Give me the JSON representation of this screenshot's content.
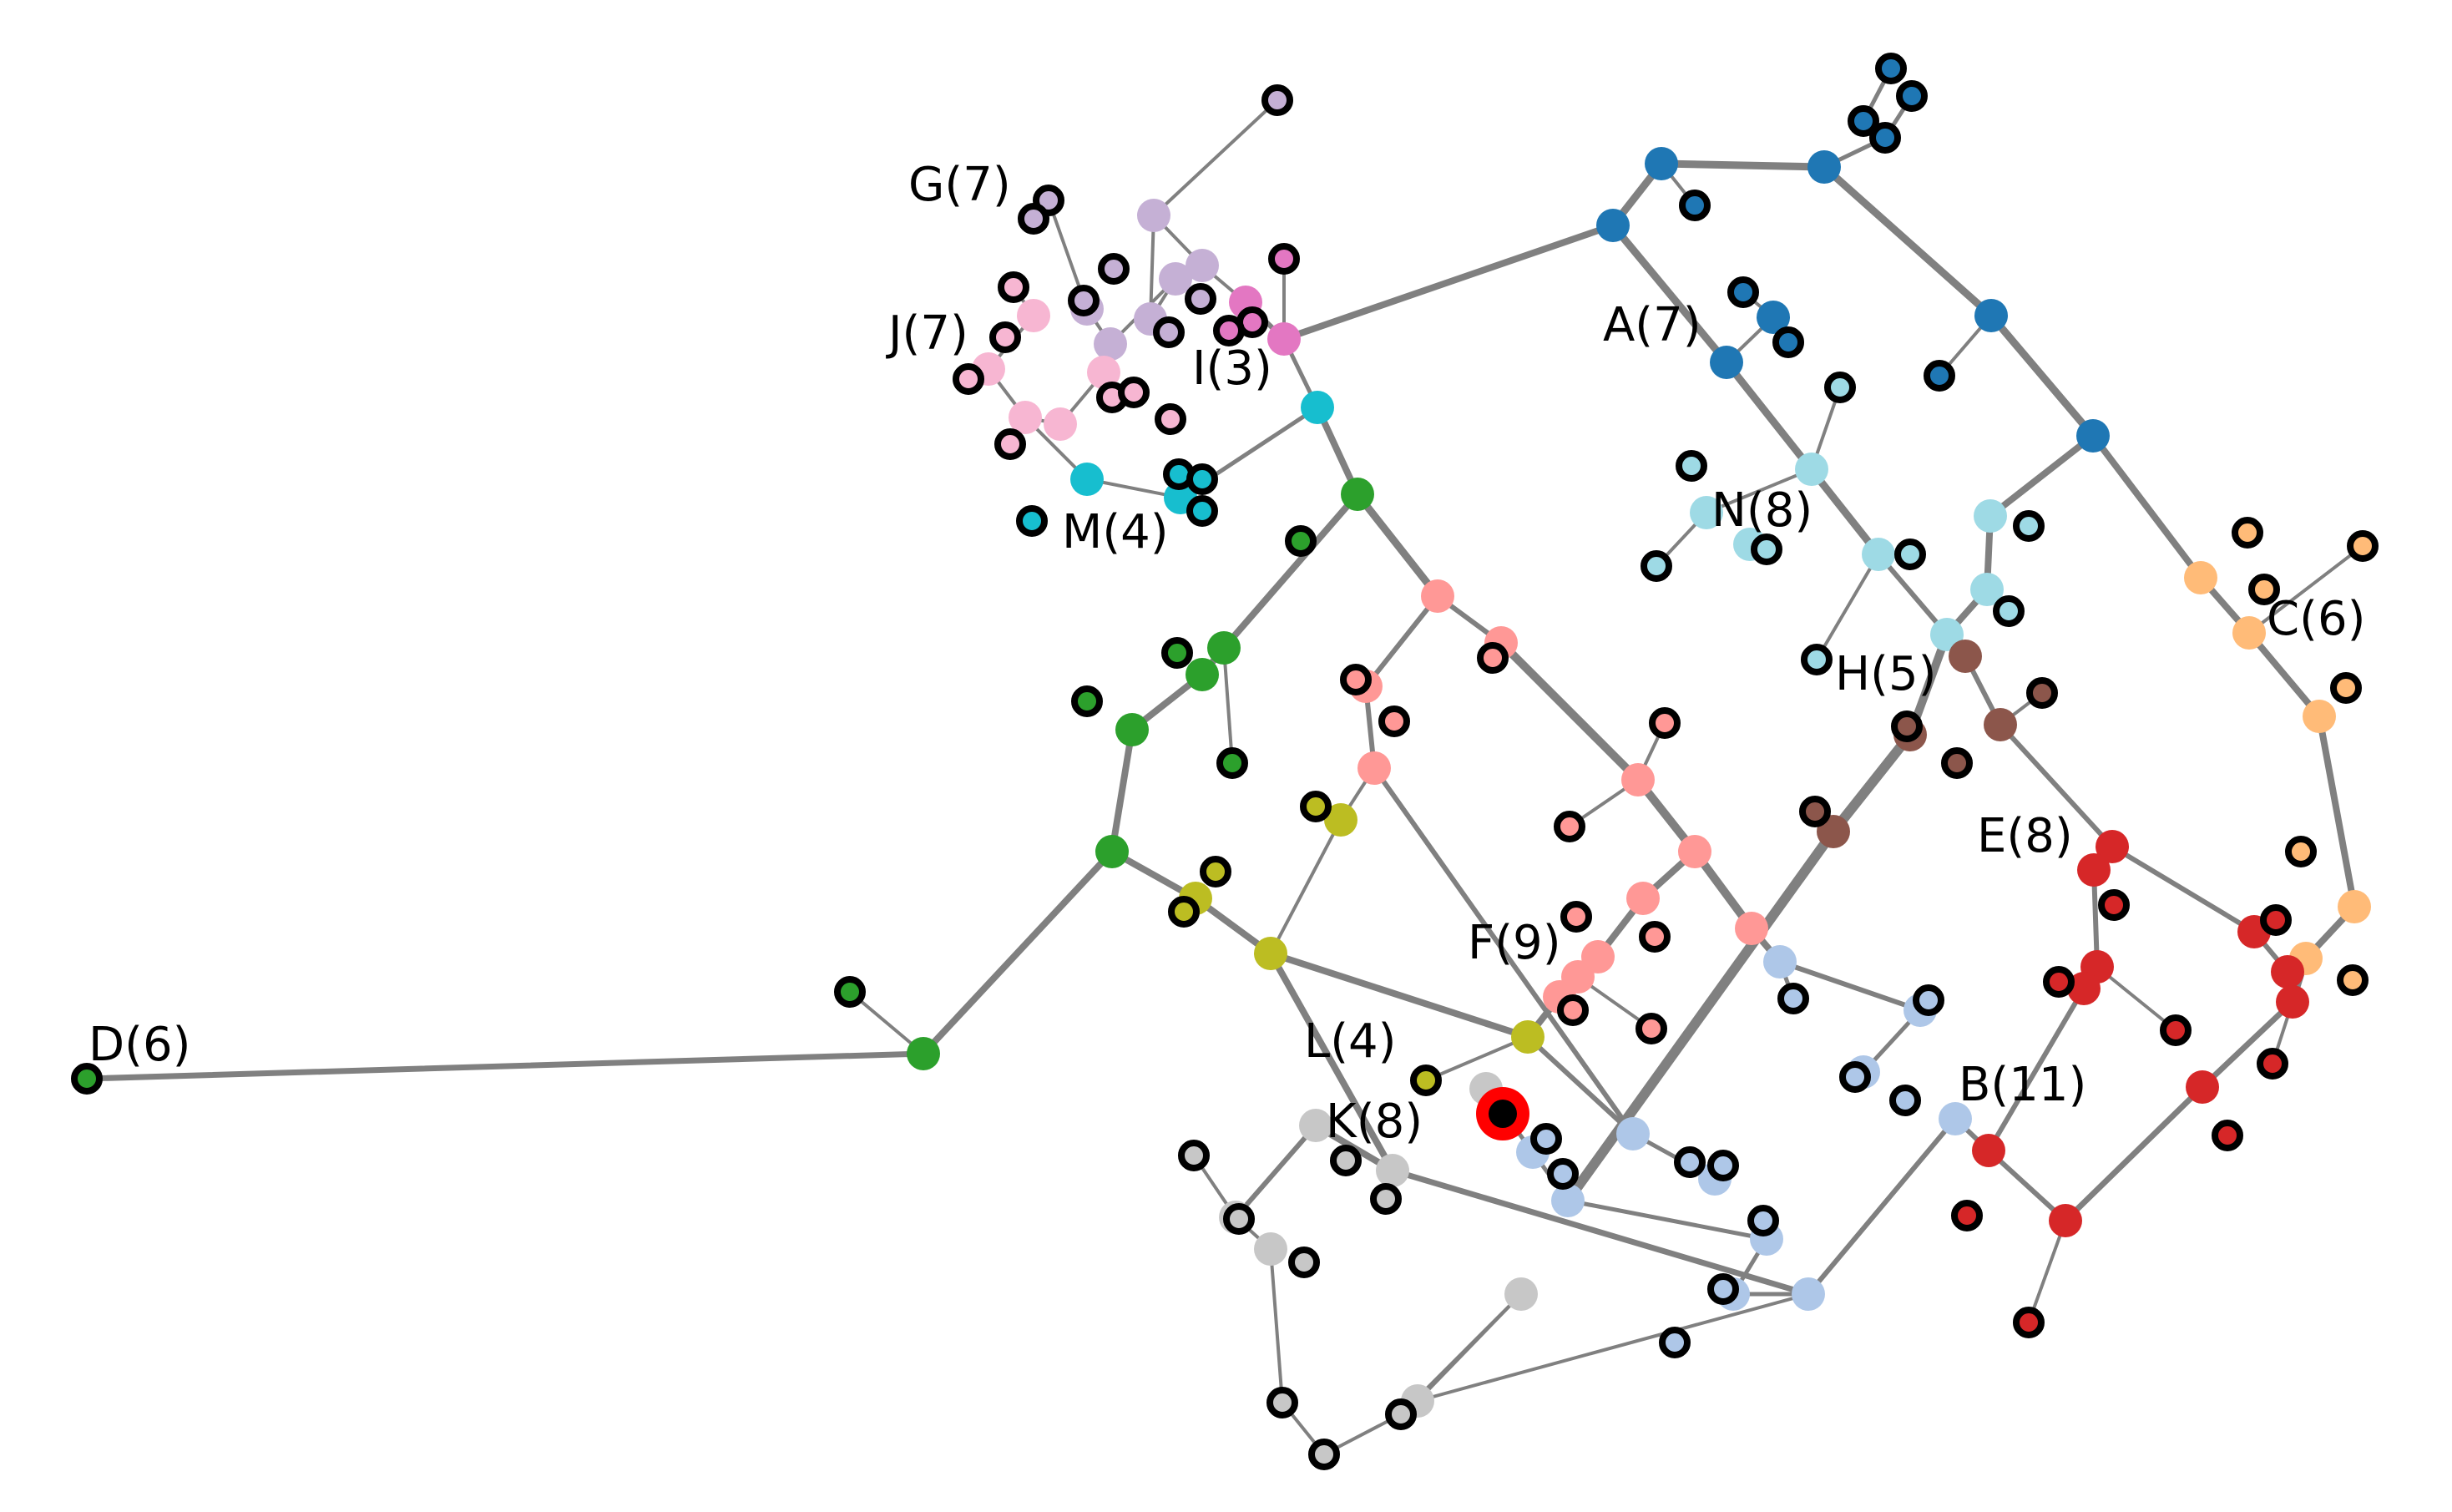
{
  "figure": {
    "labels": [
      {
        "id": "A",
        "text": "A(7)"
      },
      {
        "id": "B",
        "text": "B(11)"
      },
      {
        "id": "C",
        "text": "C(6)"
      },
      {
        "id": "D",
        "text": "D(6)"
      },
      {
        "id": "E",
        "text": "E(8)"
      },
      {
        "id": "F",
        "text": "F(9)"
      },
      {
        "id": "G",
        "text": "G(7)"
      },
      {
        "id": "H",
        "text": "H(5)"
      },
      {
        "id": "I",
        "text": "I(3)"
      },
      {
        "id": "J",
        "text": "J(7)"
      },
      {
        "id": "K",
        "text": "K(8)"
      },
      {
        "id": "L",
        "text": "L(4)"
      },
      {
        "id": "M",
        "text": "M(4)"
      },
      {
        "id": "N",
        "text": "N(8)"
      }
    ],
    "colors": {
      "A": "#1f77b4",
      "B": "#aec7e8",
      "C": "#ffbb78",
      "D": "#2ca02c",
      "E": "#d62728",
      "F": "#ff9896",
      "G": "#c5b0d5",
      "H": "#8c564b",
      "I": "#e377c2",
      "J": "#f7b6d2",
      "K": "#c7c7c7",
      "L": "#bcbd22",
      "M": "#17becf",
      "N": "#9edae5",
      "edge": "#808080",
      "highlight": "#ff0000"
    }
  }
}
